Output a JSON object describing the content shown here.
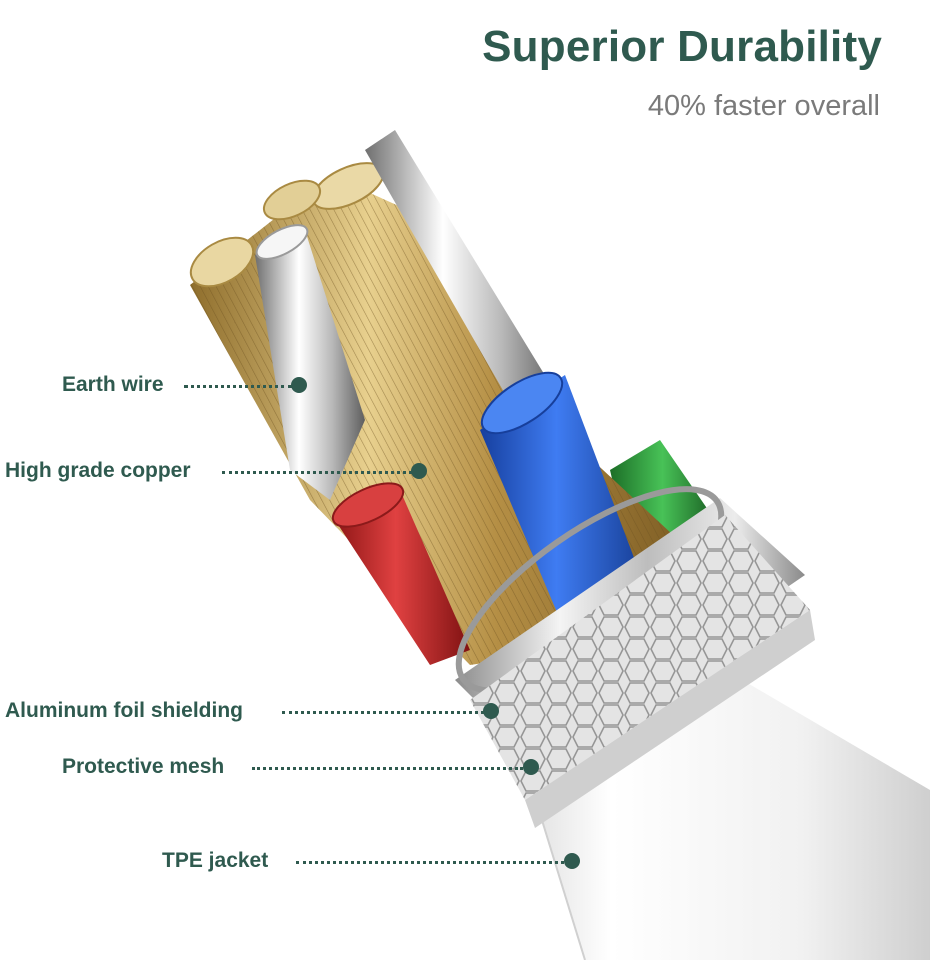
{
  "header": {
    "title": "Superior Durability",
    "subtitle": "40% faster overall"
  },
  "callouts": [
    {
      "label": "Earth wire"
    },
    {
      "label": "High grade copper"
    },
    {
      "label": "Aluminum foil shielding"
    },
    {
      "label": "Protective mesh"
    },
    {
      "label": "TPE jacket"
    }
  ],
  "colors": {
    "heading": "#2f5a4f",
    "subheading": "#7a7a7a",
    "wire_red": "#c62828",
    "wire_blue": "#1e5bd6",
    "wire_green": "#2e9b3a",
    "copper": "#c9a85a",
    "jacket": "#f2f2f2"
  }
}
